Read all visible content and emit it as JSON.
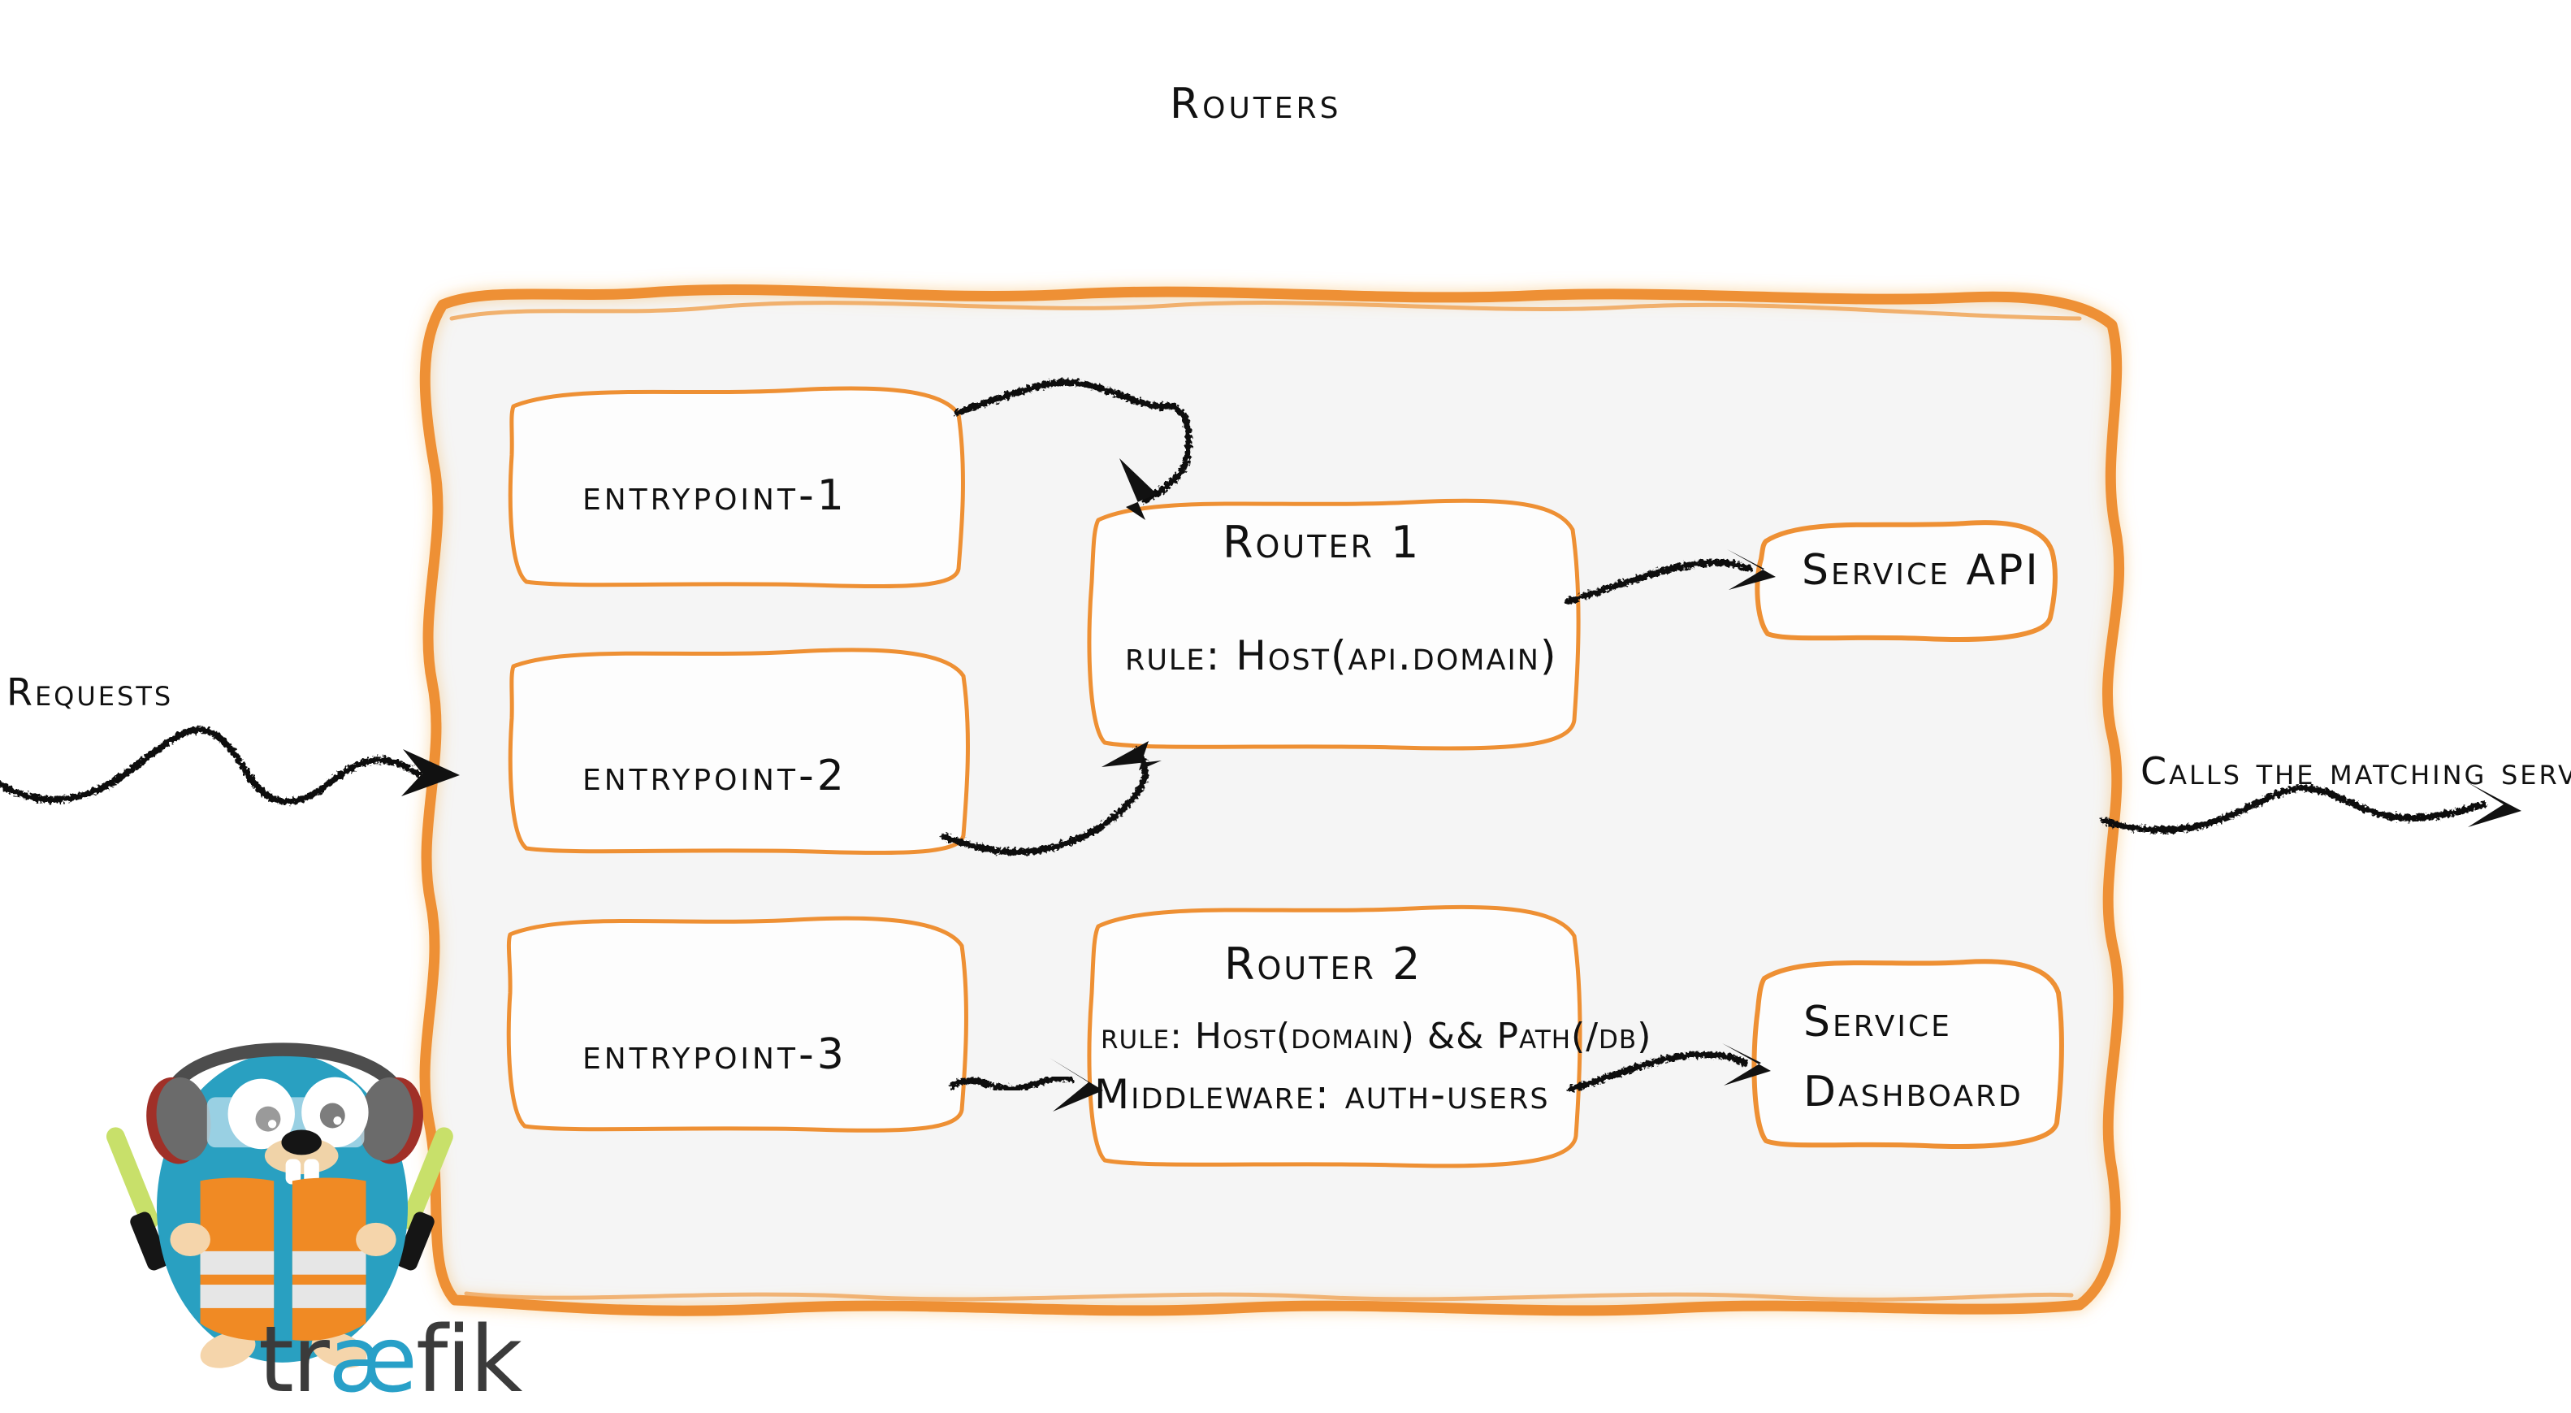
{
  "diagram": {
    "title": "Routers",
    "product": "traefik",
    "accent_color": "#ee9034",
    "container_fill": "#f5f5f5",
    "box_stroke": "#ee9034",
    "arrow_color": "#111111",
    "text_color": "#111111"
  },
  "flow": {
    "inbound_label": "Requests",
    "outbound_label": "Calls the matching server"
  },
  "entrypoints": [
    {
      "label": "entrypoint-1"
    },
    {
      "label": "entrypoint-2"
    },
    {
      "label": "entrypoint-3"
    }
  ],
  "routers": [
    {
      "name": "Router 1",
      "rule": "rule: Host(api.domain)",
      "middleware": ""
    },
    {
      "name": "Router 2",
      "rule": "rule: Host(domain) && Path(/db)",
      "middleware": "Middleware: auth-users"
    }
  ],
  "services": [
    {
      "label": "Service API",
      "line1": "Service API",
      "line2": ""
    },
    {
      "label": "Service Dashboard",
      "line1": "Service",
      "line2": "Dashboard"
    }
  ],
  "mascot": {
    "name": "traefik-gopher",
    "body_color": "#29a0c1",
    "vest_color": "#f08a24",
    "stripe_color": "#e6e6e6",
    "wand_color": "#c8e06a",
    "headphone_color": "#5a5a5a",
    "headphone_accent": "#a03028",
    "skin_color": "#f5d5ab"
  },
  "wordmark": {
    "pre": "tr",
    "ae": "æ",
    "post": "fik"
  }
}
